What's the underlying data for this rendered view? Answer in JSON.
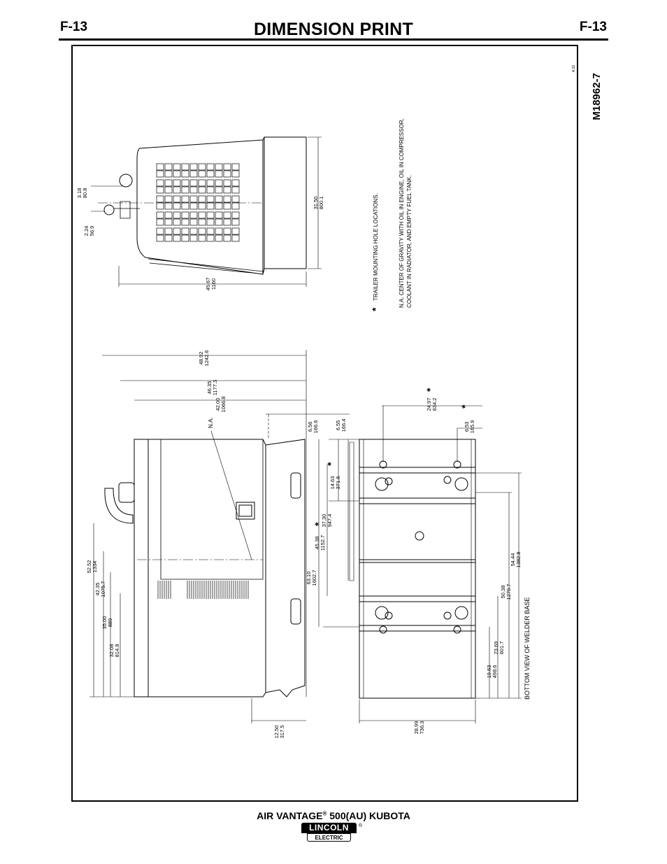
{
  "header": {
    "section_left": "F-13",
    "section_right": "F-13",
    "title": "DIMENSION PRINT"
  },
  "drawing": {
    "number": "M18962-7",
    "revision": "A.01",
    "notes": {
      "trailer_mount": "TRAILER MOUNTING HOLE LOCATIONS.",
      "cg_line1": "N.A.  CENTER OF GRAVITY WITH OIL IN ENGINE, OIL IN COMPRESSOR,",
      "cg_line2": "COOLANT IN RADIATOR, AND EMPTY FUEL TANK."
    },
    "na_label": "N.A.",
    "bottom_view_label": "BOTTOM VIEW OF WELDER BASE",
    "end_view": [
      {
        "in": "3.18",
        "mm": "80.8"
      },
      {
        "in": "2.24",
        "mm": "56.9"
      },
      {
        "in": "45.67",
        "mm": "1160"
      },
      {
        "in": "31.50",
        "mm": "800.1"
      }
    ],
    "side_view": [
      {
        "in": "48.92",
        "mm": "1242.6"
      },
      {
        "in": "46.35",
        "mm": "1177.3"
      },
      {
        "in": "42.00",
        "mm": "1066.8"
      },
      {
        "in": "6.56",
        "mm": "166.6"
      },
      {
        "in": "52.52",
        "mm": "1334"
      },
      {
        "in": "42.35",
        "mm": "1075.7"
      },
      {
        "in": "35.00",
        "mm": "889"
      },
      {
        "in": "32.08",
        "mm": "814.8"
      },
      {
        "in": "12.50",
        "mm": "317.5"
      },
      {
        "in": "63.10",
        "mm": "1602.7"
      },
      {
        "in": "45.38",
        "mm": "1152.7"
      }
    ],
    "bottom_view": [
      {
        "in": "6.55",
        "mm": "166.4"
      },
      {
        "in": "14.63",
        "mm": "371.6"
      },
      {
        "in": "37.30",
        "mm": "947.4"
      },
      {
        "in": "24.97",
        "mm": "634.2"
      },
      {
        "in": "6.53",
        "mm": "165.9"
      },
      {
        "in": "54.44",
        "mm": "1382.8"
      },
      {
        "in": "50.38",
        "mm": "1279.7"
      },
      {
        "in": "23.69",
        "mm": "601.7"
      },
      {
        "in": "19.63",
        "mm": "498.6"
      },
      {
        "in": "28.99",
        "mm": "736.3"
      }
    ]
  },
  "footer": {
    "model_prefix": "AIR VANTAGE",
    "reg_mark": "®",
    "model_suffix": " 500(AU) KUBOTA",
    "logo_top": "LINCOLN",
    "logo_bottom": "ELECTRIC",
    "logo_reg": "®"
  }
}
